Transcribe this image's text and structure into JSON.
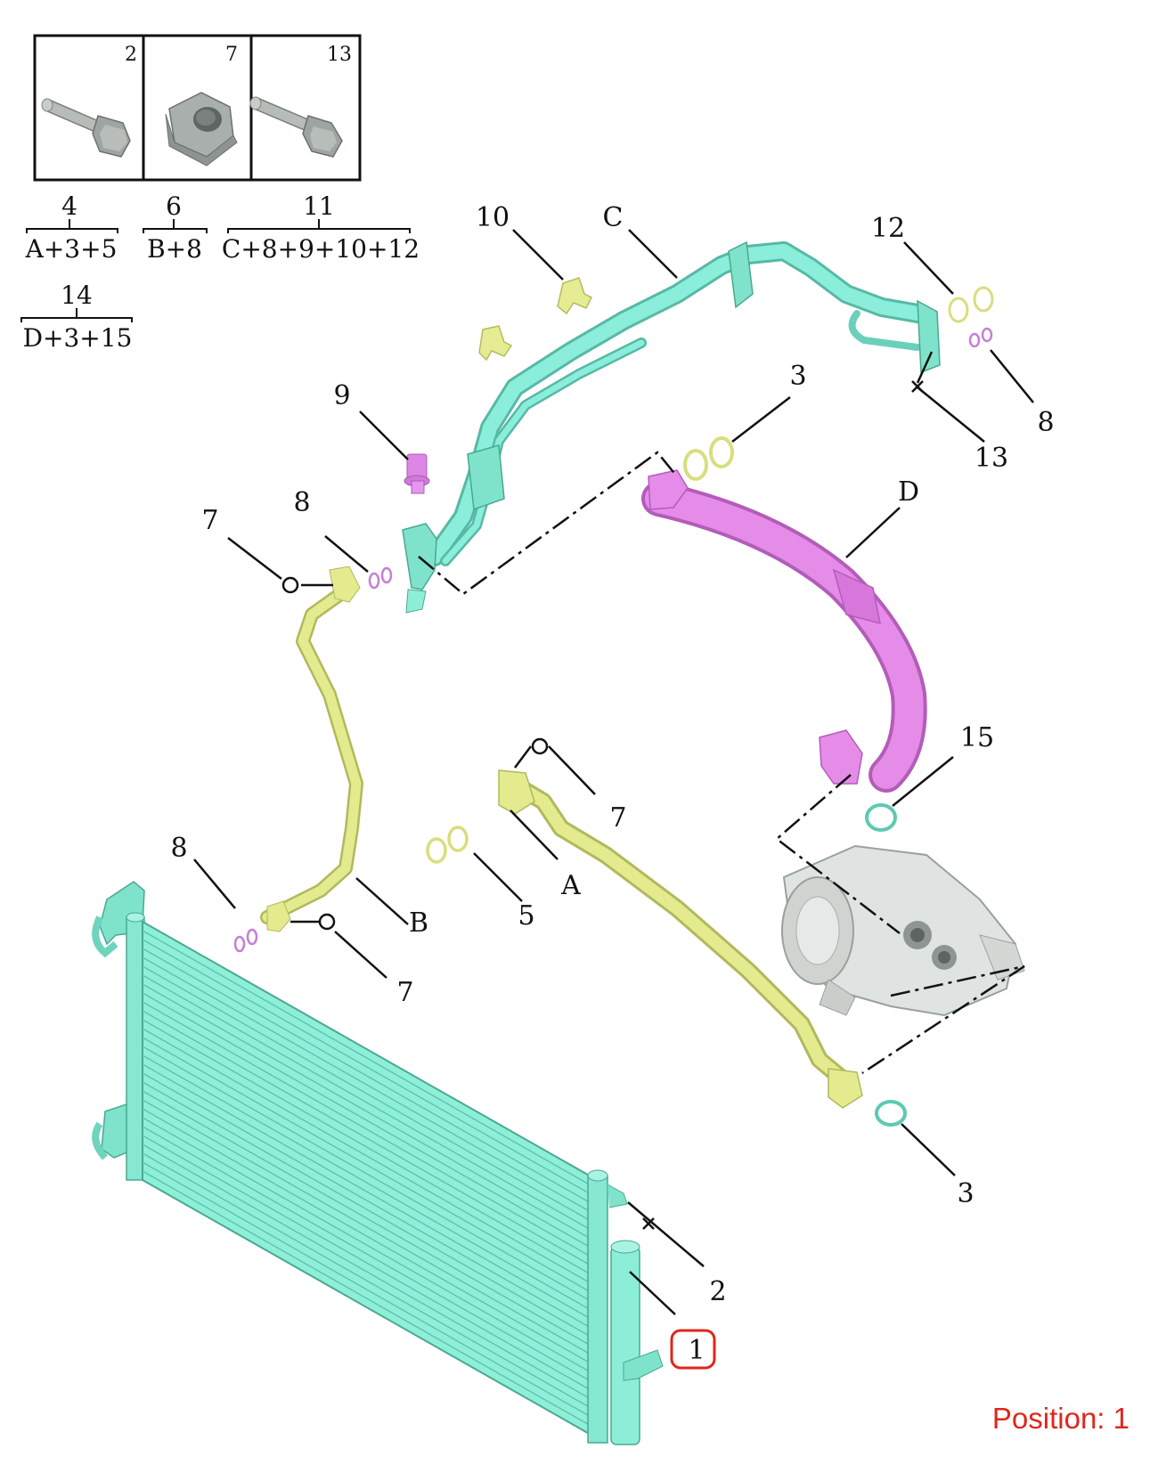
{
  "legend_kits": [
    {
      "number": "4",
      "contents": "A+3+5"
    },
    {
      "number": "6",
      "contents": "B+8"
    },
    {
      "number": "11",
      "contents": "C+8+9+10+12"
    },
    {
      "number": "14",
      "contents": "D+3+15"
    }
  ],
  "hardware_boxes": [
    "2",
    "7",
    "13"
  ],
  "callouts": {
    "c10": "10",
    "cC": "C",
    "c12": "12",
    "c8a": "8",
    "c13": "13",
    "c3a": "3",
    "c9": "9",
    "cD": "D",
    "c7a": "7",
    "c8b": "8",
    "c15": "15",
    "c7b": "7",
    "c8c": "8",
    "c5": "5",
    "cA": "A",
    "cB": "B",
    "c7c": "7",
    "c3b": "3",
    "c2": "2",
    "c1": "1"
  },
  "position_label": "Position: 1",
  "colors": {
    "condenser": "#8eefd9",
    "line_c": "#8aeedb",
    "hose_d": "#e58ce8",
    "line_a_b": "#e4ea8e",
    "oring_purple": "#c67fd6",
    "oring_yellow": "#d8de7e",
    "highlight": "#e0261b"
  }
}
